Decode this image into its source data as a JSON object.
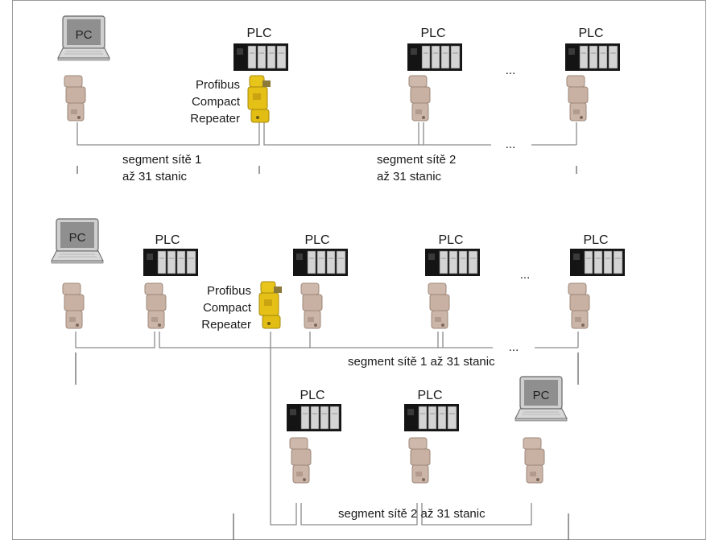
{
  "labels": {
    "pc": "PC",
    "plc": "PLC",
    "dots": "...",
    "repeater_line1": "Profibus",
    "repeater_line2": "Compact",
    "repeater_line3": "Repeater"
  },
  "top_diagram": {
    "segment1_line1": "segment sítě 1",
    "segment1_line2": "až 31 stanic",
    "segment2_line1": "segment sítě 2",
    "segment2_line2": "až 31 stanic"
  },
  "bottom_diagram": {
    "segment1": "segment sítě 1 až 31 stanic",
    "segment2": "segment sítě 2 až 31 stanic"
  },
  "colors": {
    "line": "#8a8a8a",
    "connector": "#c9b3a6",
    "repeater": "#e6c21a",
    "plc_body": "#111111",
    "plc_module": "#d9d9d9"
  }
}
